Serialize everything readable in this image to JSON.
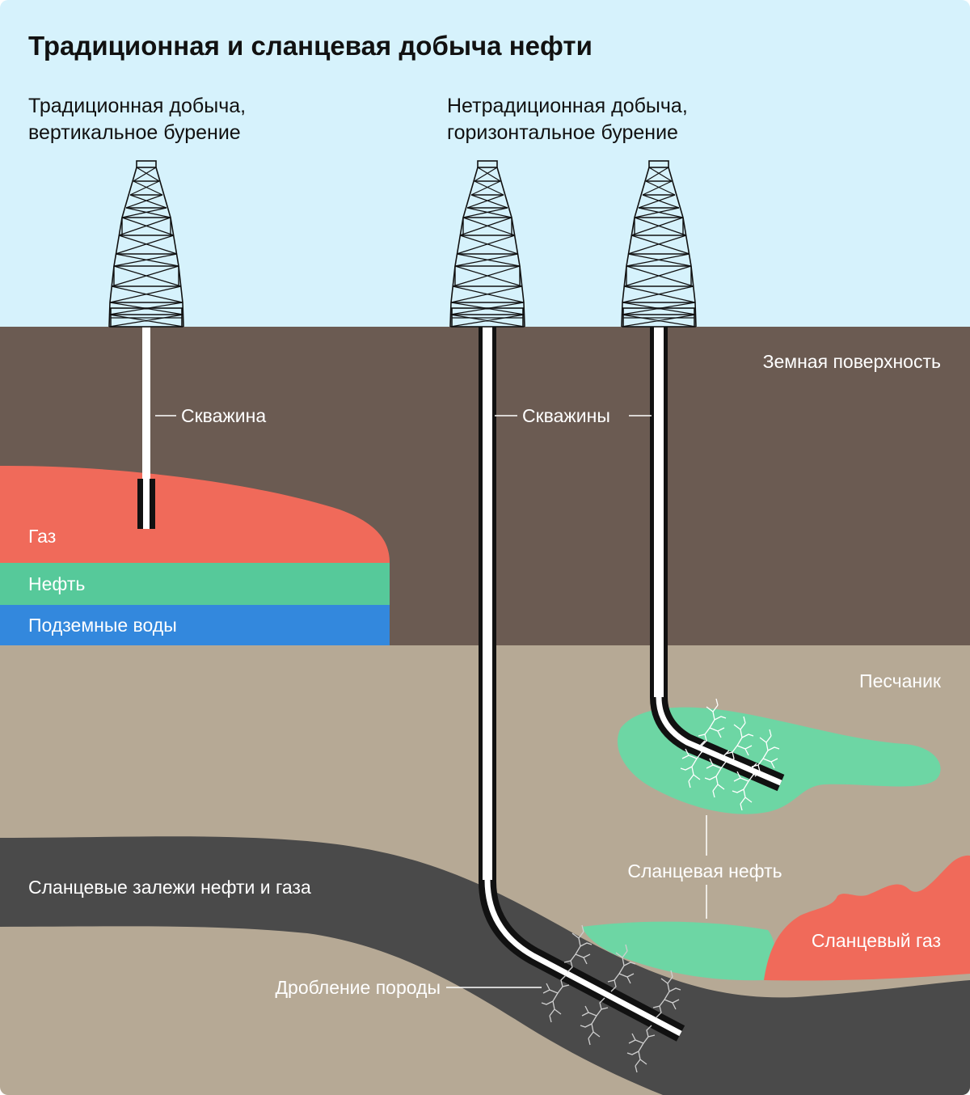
{
  "title": "Традиционная и сланцевая добыча нефти",
  "sections": {
    "traditional": [
      "Традиционная добыча,",
      "вертикальное бурение"
    ],
    "unconventional": [
      "Нетрадиционная добыча,",
      "горизонтальное бурение"
    ]
  },
  "labels": {
    "well_single": "Скважина",
    "wells_multi": "Скважины",
    "earth_surface": "Земная поверхность",
    "gas": "Газ",
    "oil": "Нефть",
    "groundwater": "Подземные воды",
    "sandstone": "Песчаник",
    "shale_deposits": "Сланцевые залежи нефти и газа",
    "shale_oil": "Сланцевая нефть",
    "shale_gas": "Сланцевый газ",
    "rock_fracturing": "Дробление породы"
  },
  "colors": {
    "sky": "#d6f2fc",
    "earth": "#6b5b52",
    "sandstone": "#b6a995",
    "shale": "#4a4a4a",
    "gas": "#f06a5a",
    "oil": "#56c99a",
    "groundwater": "#3388dd",
    "shale_oil": "#6dd6a4",
    "well": "#ffffff",
    "ink": "#111111"
  }
}
